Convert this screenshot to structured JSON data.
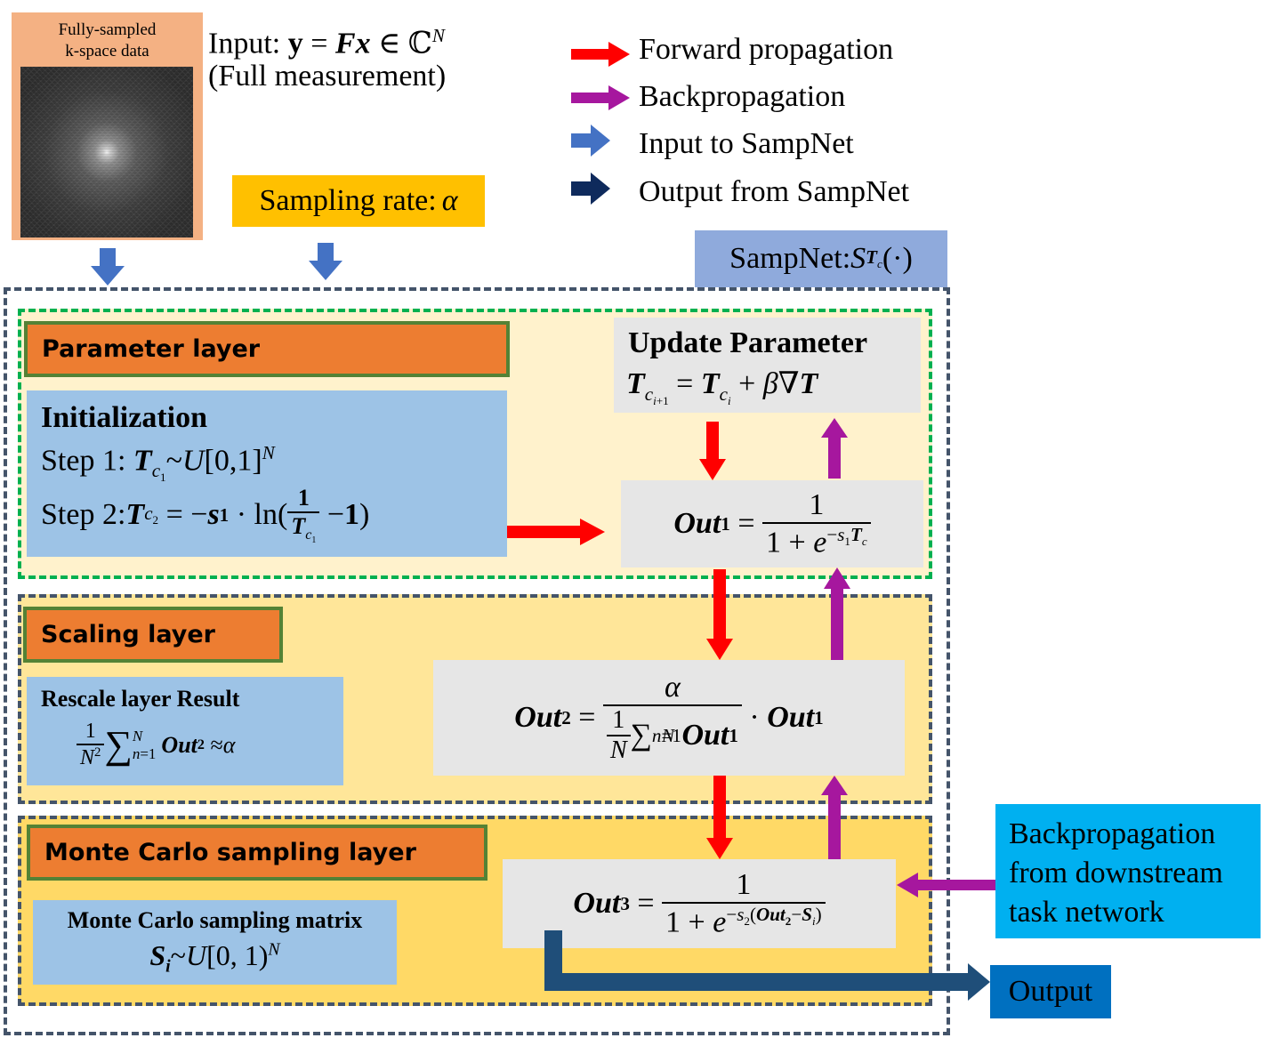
{
  "kspace_card": {
    "caption_line1": "Fully-sampled",
    "caption_line2": "k-space data"
  },
  "input": {
    "prefix": "Input: ",
    "y": "y",
    "eq": " = ",
    "F": "F",
    "x": "x",
    "in": " ∈ ℂ",
    "N": "N",
    "line2": "(Full measurement)"
  },
  "sampling_rate": {
    "label": "Sampling rate: ",
    "symbol": "α"
  },
  "legend": {
    "items": [
      {
        "label": "Forward propagation",
        "color": "#ff0000",
        "icon": "red-arrow-icon"
      },
      {
        "label": "Backpropagation",
        "color": "#a6179e",
        "icon": "purple-arrow-icon"
      },
      {
        "label": "Input to SampNet",
        "color": "#4472c4",
        "icon": "blue-arrow-icon"
      },
      {
        "label": "Output from SampNet",
        "color": "#0e2a5c",
        "icon": "navy-arrow-icon"
      }
    ]
  },
  "sampnet": {
    "label": "SampNet: ",
    "S": "S",
    "T": "T",
    "c": "c",
    "arg": "(·)"
  },
  "parameter_layer": {
    "title": "Parameter layer",
    "init_title": "Initialization",
    "step1_prefix": "Step 1: ",
    "step2_prefix": "Step 2: ",
    "update_title": "Update Parameter"
  },
  "scaling_layer": {
    "title": "Scaling layer",
    "rescale_title": "Rescale layer Result"
  },
  "monte_carlo_layer": {
    "title": "Monte Carlo sampling layer",
    "matrix_title": "Monte Carlo sampling matrix"
  },
  "formulas": {
    "out1_label": "Out",
    "out1_sub": "1",
    "out2_label": "Out",
    "out2_sub": "2",
    "out3_label": "Out",
    "out3_sub": "3",
    "one": "1",
    "alpha": "α"
  },
  "downstream": {
    "line1": "Backpropagation",
    "line2": "from downstream",
    "line3": "task network"
  },
  "output": {
    "label": "Output"
  },
  "colors": {
    "forward": "#ff0000",
    "back": "#a6179e",
    "input": "#4472c4",
    "output_arrow": "#1f4e79",
    "layer_orange": "#ed7d31",
    "layer_border": "#548235",
    "light_blue": "#9dc3e6",
    "gray": "#e6e6e6",
    "yellow_label": "#ffc000",
    "sampnet_blue": "#8faadc",
    "cyan": "#00b0f0",
    "output_blue": "#0070c0"
  }
}
